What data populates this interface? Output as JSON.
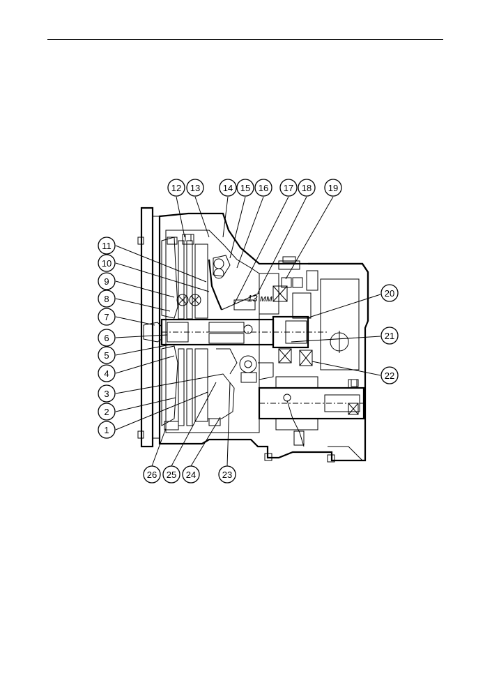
{
  "figure": {
    "callouts": [
      "1",
      "2",
      "3",
      "4",
      "5",
      "6",
      "7",
      "8",
      "9",
      "10",
      "11",
      "12",
      "13",
      "14",
      "15",
      "16",
      "17",
      "18",
      "19",
      "20",
      "21",
      "22",
      "23",
      "24",
      "25",
      "26"
    ],
    "inline_note": "13 мм"
  }
}
